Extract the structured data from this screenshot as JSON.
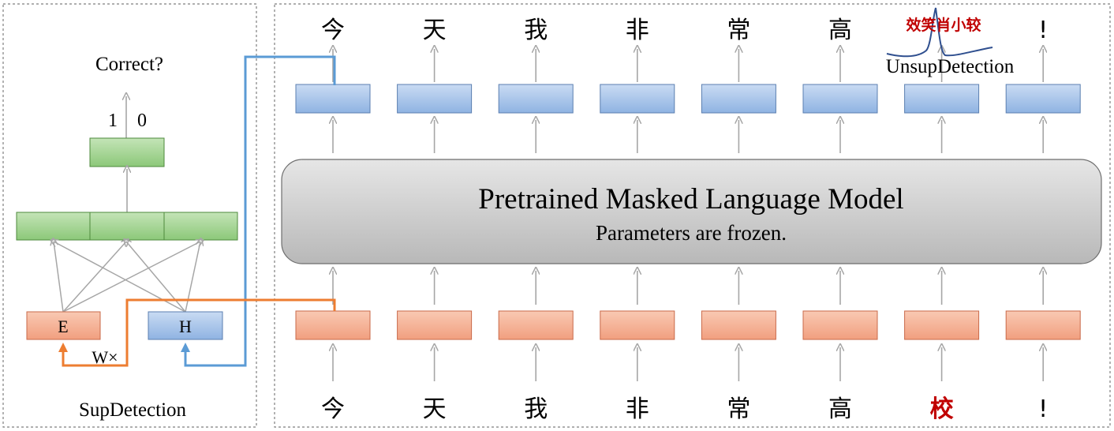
{
  "sup_detection": {
    "caption": "SupDetection",
    "question": "Correct?",
    "out_label_one": "1",
    "out_label_zero": "0",
    "e_label": "E",
    "h_label": "H",
    "w_label": "W×"
  },
  "mlm": {
    "title": "Pretrained Masked Language Model",
    "subtitle": "Parameters are frozen."
  },
  "unsup_detection": {
    "label": "UnsupDetection",
    "overlay_text": "效笑肖小较"
  },
  "output_tokens": [
    "今",
    "天",
    "我",
    "非",
    "常",
    "高",
    "",
    "!"
  ],
  "input_tokens": [
    "今",
    "天",
    "我",
    "非",
    "常",
    "高",
    "校",
    "!"
  ],
  "highlight_index": 6,
  "colors": {
    "blue_box_fill": "#a9c6ea",
    "blue_box_stroke": "#5b7fb0",
    "orange_box_fill": "#f5b39a",
    "orange_box_stroke": "#c96a4a",
    "green_box_fill": "#a6d596",
    "green_box_stroke": "#4e8a3c",
    "mlm_fill": "#cfcfcf",
    "blue_path": "#5b9bd5",
    "orange_path": "#ed7d31",
    "error_token": "#c00000",
    "arrow": "#a6a6a6"
  }
}
